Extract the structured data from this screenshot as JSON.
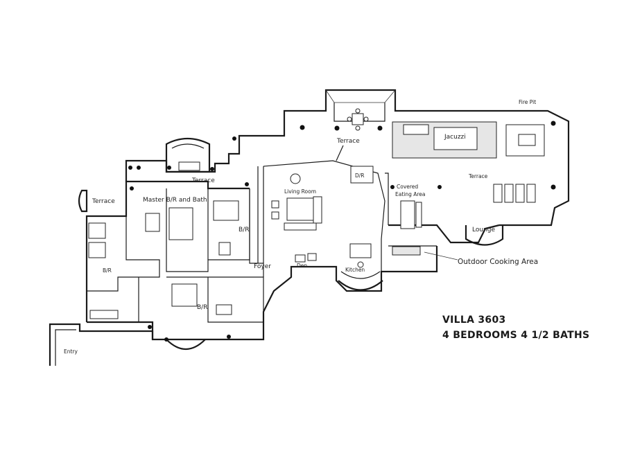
{
  "title": {
    "villa": "VILLA 3603",
    "summary": "4 BEDROOMS 4 1/2 BATHS"
  },
  "rooms": {
    "fire_pit": "Fire Pit",
    "terrace_top": "Terrace",
    "jacuzzi": "Jacuzzi",
    "terrace_right": "Terrace",
    "terrace_master": "Terrace",
    "terrace_left": "Terrace",
    "dining": "D/R",
    "living": "Living Room",
    "covered_eating_1": "Covered",
    "covered_eating_2": "Eating Area",
    "master": "Master B/R and Bath",
    "bedroom_2": "B/R",
    "bedroom_3": "B/R",
    "bedroom_4": "B/R",
    "lounge": "Lounge",
    "outdoor_cooking": "Outdoor Cooking Area",
    "foyer": "Foyer",
    "den": "Den",
    "kitchen": "Kitchen",
    "entry": "Entry"
  }
}
